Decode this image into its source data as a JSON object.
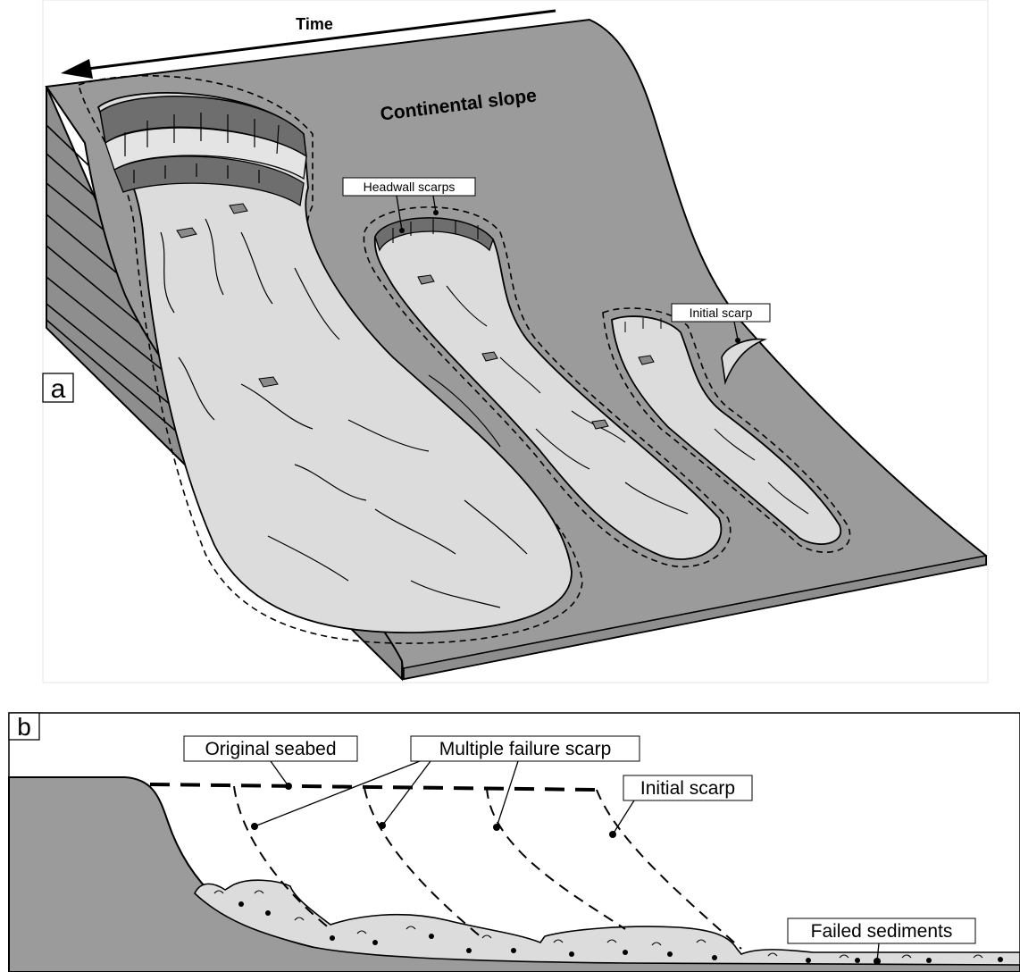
{
  "panel_a": {
    "letter": "a",
    "time_label": "Time",
    "slope_label": "Continental slope",
    "headwall_label": "Headwall scarps",
    "initial_label": "Initial scarp"
  },
  "panel_b": {
    "letter": "b",
    "original_seabed_label": "Original seabed",
    "multiple_failure_label": "Multiple failure scarp",
    "initial_label": "Initial scarp",
    "failed_sediments_label": "Failed sediments"
  },
  "colors": {
    "seabed_gray": "#9b9b9b",
    "slide_light": "#dcdcdc",
    "scarp_dark": "#6e6e6e",
    "line": "#000000"
  }
}
